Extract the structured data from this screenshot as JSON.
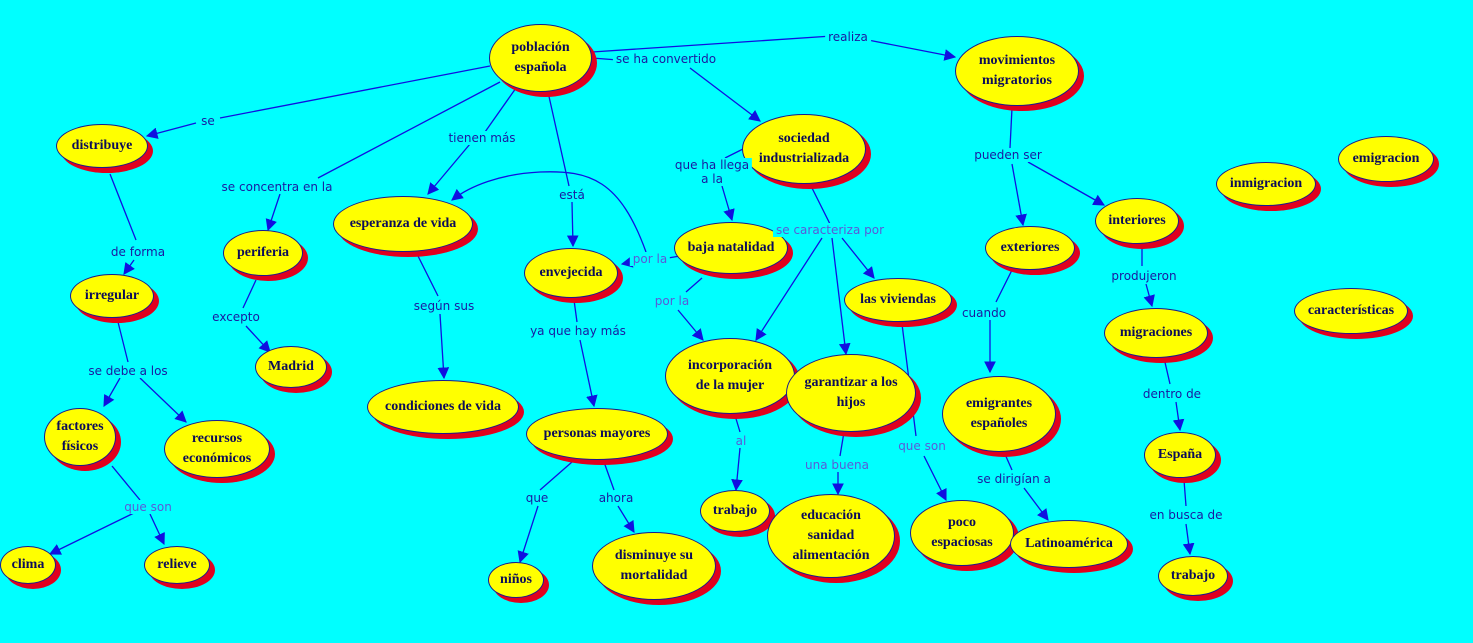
{
  "colors": {
    "background": "#00ffff",
    "node_fill": "#ffff00",
    "node_shadow": "#e0001e",
    "line": "#1010e0",
    "text": "#0c0c5a"
  },
  "nodes": {
    "poblacion": "población\nespañola",
    "movimientos": "movimientos\nmigratorios",
    "sociedad": "sociedad\nindustrializada",
    "distribuye": "distribuye",
    "esperanza": "esperanza de vida",
    "periferia": "periferia",
    "envejecida": "envejecida",
    "baja_natalidad": "baja natalidad",
    "irregular": "irregular",
    "madrid": "Madrid",
    "condiciones": "condiciones de vida",
    "incorporacion": "incorporación\nde la mujer",
    "garantizar": "garantizar a los\nhijos",
    "viviendas": "las viviendas",
    "exteriores": "exteriores",
    "interiores": "interiores",
    "inmigracion": "inmigracion",
    "emigracion": "emigracion",
    "caracteristicas": "características",
    "factores": "factores\nfísicos",
    "recursos": "recursos\neconómicos",
    "personas": "personas mayores",
    "emigrantes": "emigrantes\nespañoles",
    "migraciones": "migraciones",
    "espana": "España",
    "clima": "clima",
    "relieve": "relieve",
    "ninos": "niños",
    "disminuye": "disminuye  su\nmortalidad",
    "trabajo1": "trabajo",
    "educacion": "educación\nsanidad\nalimentación",
    "poco": "poco\nespaciosas",
    "latinoamerica": "Latinoamérica",
    "trabajo2": "trabajo"
  },
  "labels": {
    "realiza": "realiza",
    "se_ha_convertido": "se ha convertido",
    "se": "se",
    "tienen_mas": "tienen más",
    "se_concentra": "se concentra en la",
    "esta": "está",
    "que_ha_llegado": "que ha llega\na la",
    "pueden_ser": "pueden ser",
    "de_forma": "de forma",
    "se_caracteriza": "se  caracteriza por",
    "por_la_1": "por la",
    "por_la_2": "por la",
    "excepto": "excepto",
    "segun_sus": "según sus",
    "ya_que": "ya que hay más",
    "se_debe": "se debe a los",
    "cuando": "cuando",
    "produjeron": "produjeron",
    "dentro_de": "dentro de",
    "al": "al",
    "que_son_1": "que son",
    "que_son_2": "que son",
    "una_buena": "una buena",
    "se_dirigian": "se dirigían a",
    "que": "que",
    "ahora": "ahora",
    "en_busca": "en busca de"
  }
}
